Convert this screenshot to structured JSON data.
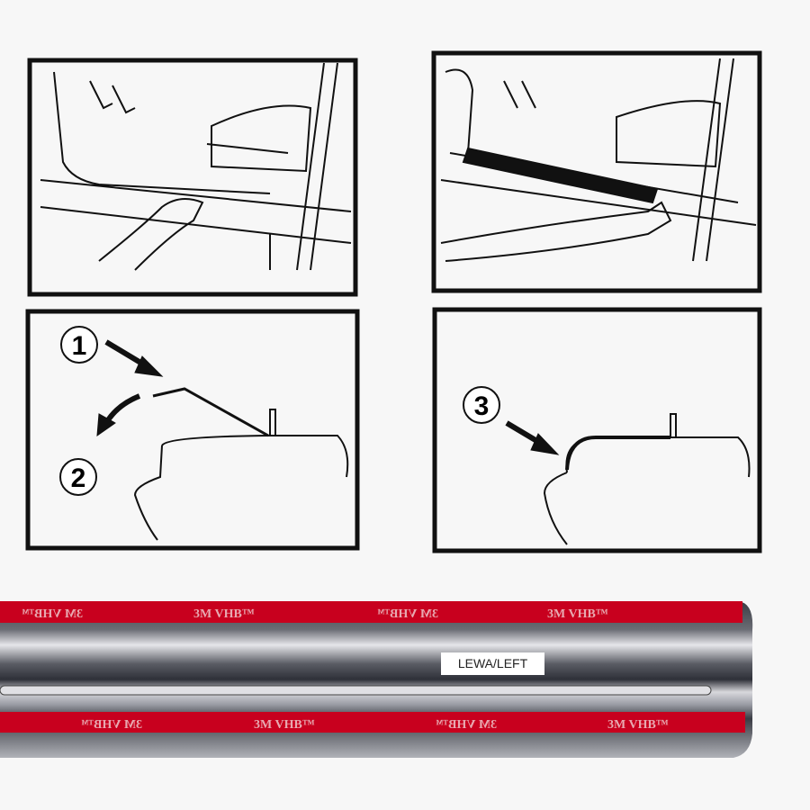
{
  "instructions": {
    "steps": [
      "1",
      "2",
      "3"
    ]
  },
  "product": {
    "tape_text": "3M VHB™",
    "side_label": "LEWA/LEFT"
  },
  "colors": {
    "tape_red": "#c8001e",
    "steel": "#8a8c94",
    "line": "#111111"
  }
}
